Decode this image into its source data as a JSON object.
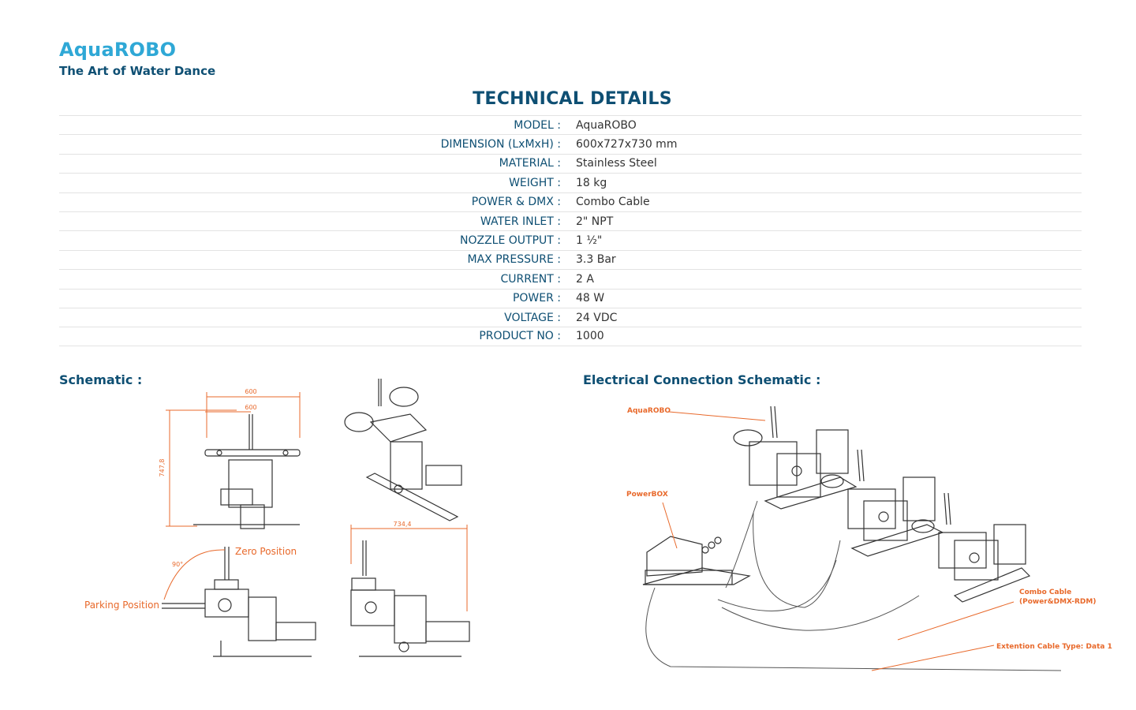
{
  "brand": {
    "title": "AquaROBO",
    "subtitle": "The Art of Water Dance"
  },
  "tech_details": {
    "heading": "TECHNICAL DETAILS",
    "rows": [
      {
        "key": "MODEL :",
        "value": "AquaROBO"
      },
      {
        "key": "DIMENSION (LxMxH) :",
        "value": "600x727x730 mm"
      },
      {
        "key": "MATERIAL :",
        "value": "Stainless Steel"
      },
      {
        "key": "WEIGHT :",
        "value": "18 kg"
      },
      {
        "key": "POWER & DMX :",
        "value": "Combo Cable"
      },
      {
        "key": "WATER INLET :",
        "value": "2\" NPT"
      },
      {
        "key": "NOZZLE OUTPUT :",
        "value": "1 ½\""
      },
      {
        "key": "MAX PRESSURE :",
        "value": "3.3 Bar"
      },
      {
        "key": "CURRENT :",
        "value": "2 A"
      },
      {
        "key": "POWER :",
        "value": "48 W"
      },
      {
        "key": "VOLTAGE :",
        "value": "24 VDC"
      },
      {
        "key": "PRODUCT NO :",
        "value": "1000"
      }
    ]
  },
  "schematic": {
    "title": "Schematic :",
    "dim_width_outer": "600",
    "dim_width_inner": "600",
    "dim_height": "747,8",
    "dim_side": "734,4",
    "angle": "90°",
    "zero_position": "Zero Position",
    "parking_position": "Parking Position"
  },
  "electrical": {
    "title": "Electrical Connection Schematic :",
    "label_robo": "AquaROBO",
    "label_powerbox": "PowerBOX",
    "label_combo_1": "Combo Cable",
    "label_combo_2": "(Power&DMX-RDM)",
    "label_extension": "Extention Cable Type: Data 1"
  },
  "colors": {
    "brand_light": "#2fa8d6",
    "brand_dark": "#0e4f73",
    "annotation": "#e8692b"
  }
}
